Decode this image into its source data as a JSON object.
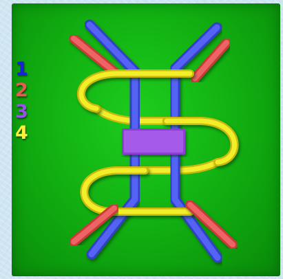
{
  "legend": [
    {
      "label": "1",
      "color": "#1a22d8"
    },
    {
      "label": "2",
      "color": "#ee5656"
    },
    {
      "label": "3",
      "color": "#9a50ee"
    },
    {
      "label": "4",
      "color": "#fff03a"
    }
  ],
  "colors": {
    "background": "#cfe6f2",
    "panel": "#14b414",
    "heavy_chain": "#4f5cf0",
    "light_chain": "#e45a5a",
    "center_block": "#a55ae8",
    "coil": "#f3ee2c"
  }
}
